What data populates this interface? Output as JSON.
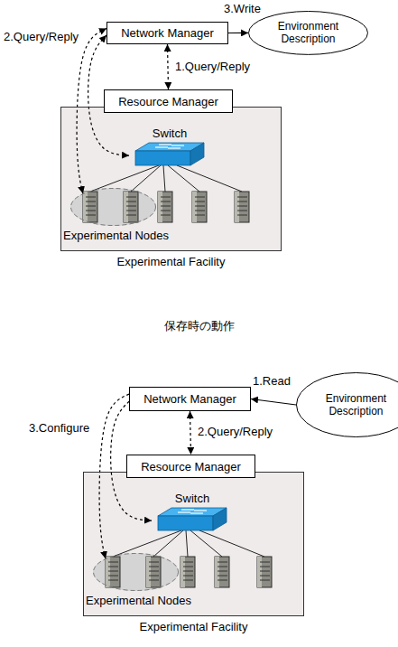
{
  "diagram": {
    "nodes": [
      {
        "text": [
          "Network Manager"
        ]
      },
      {
        "text": [
          "Environment Description"
        ]
      },
      {
        "text": [
          "Resource Manager"
        ]
      },
      {
        "text": [
          "Experimental Facility"
        ]
      },
      {
        "text": [
          "Switch"
        ],
        "in": 3
      },
      {
        "text": [
          "Experimental Nodes"
        ],
        "in": 3
      },
      {
        "text": [
          "Network Manager"
        ]
      },
      {
        "text": [
          "Environment Description"
        ]
      },
      {
        "text": [
          "Resource Manager"
        ]
      },
      {
        "text": [
          "Experimental Facility"
        ]
      },
      {
        "text": [
          "Switch"
        ],
        "in": 9
      },
      {
        "text": [
          "Experimental Nodes"
        ],
        "in": 9
      }
    ],
    "edges": [
      {
        "from": 0,
        "to": 1,
        "arrow": "to",
        "label": "3.Write"
      },
      {
        "from": 0,
        "to": 2,
        "arrow": "both",
        "label": "1.Query/Reply"
      },
      {
        "from": 0,
        "to": 4,
        "arrow": "both"
      },
      {
        "from": 0,
        "to": 5,
        "arrow": "both",
        "label": "2.Query/Reply"
      },
      {
        "from": 7,
        "to": 6,
        "arrow": "to",
        "label": "1.Read"
      },
      {
        "from": 6,
        "to": 8,
        "arrow": "both",
        "label": "2.Query/Reply"
      },
      {
        "from": 6,
        "to": 10,
        "arrow": "to"
      },
      {
        "from": 6,
        "to": 11,
        "arrow": "to",
        "label": "3.Configure"
      }
    ],
    "labels": [
      "保存時の動作"
    ]
  }
}
